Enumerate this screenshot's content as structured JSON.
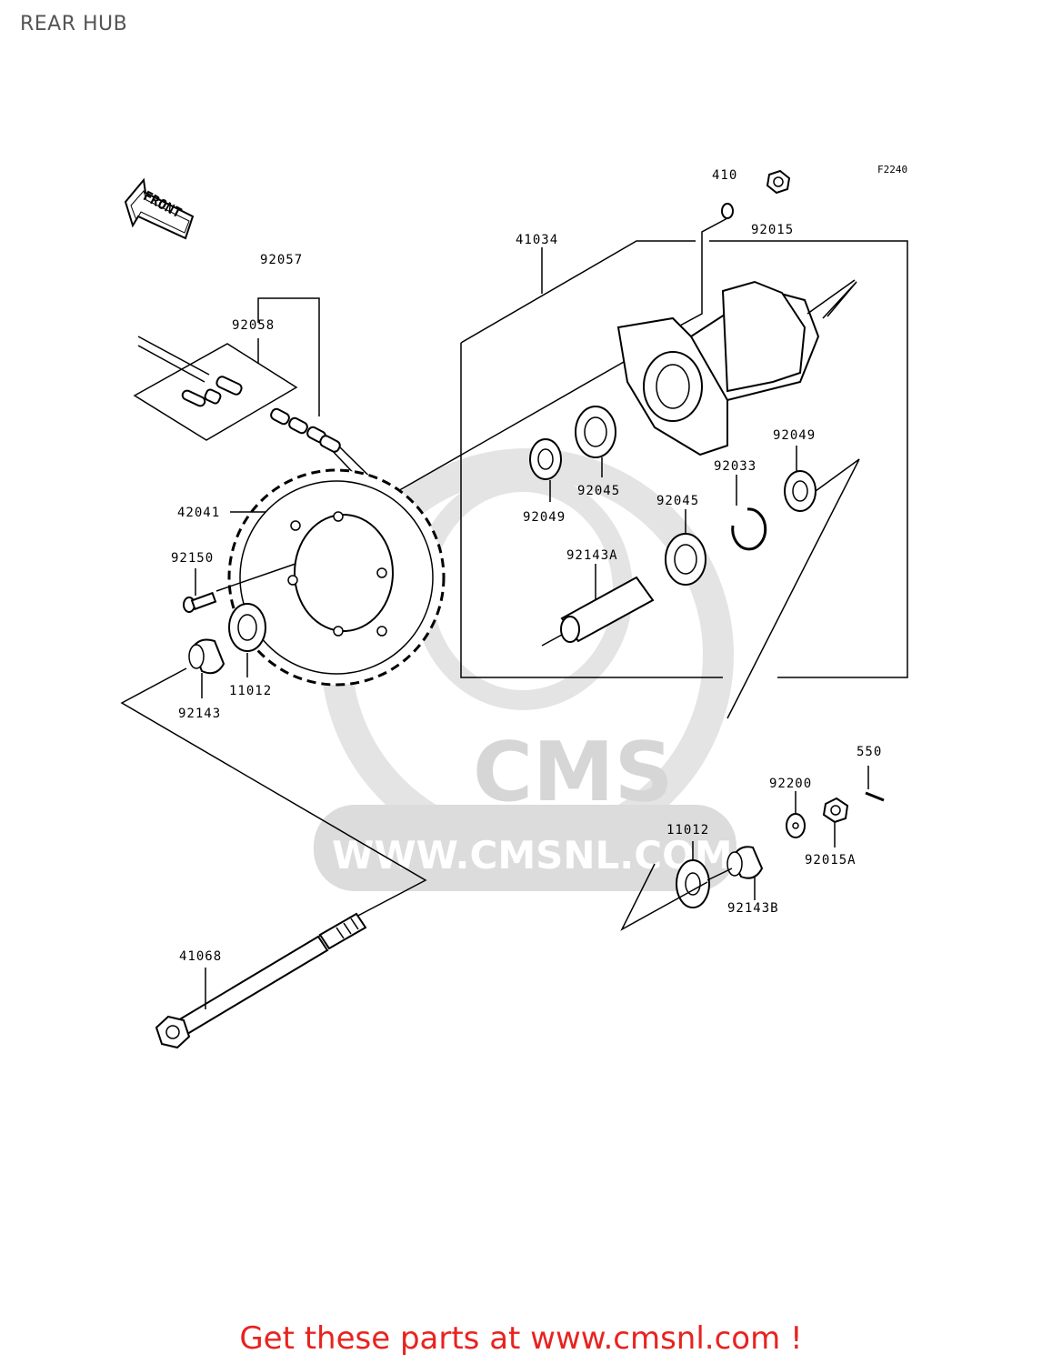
{
  "page": {
    "title": "REAR HUB",
    "diagram_code": "F2240"
  },
  "front_arrow": {
    "label": "FRONT"
  },
  "callouts": {
    "p410": "410",
    "p92015": "92015",
    "p41034": "41034",
    "p92057": "92057",
    "p92058": "92058",
    "p92049_right": "92049",
    "p92033": "92033",
    "p92045_top": "92045",
    "p92049_left": "92049",
    "p92045_mid": "92045",
    "p42041": "42041",
    "p92150": "92150",
    "p92143A": "92143A",
    "p11012_left": "11012",
    "p92143": "92143",
    "p550": "550",
    "p92200": "92200",
    "p11012_right": "11012",
    "p92015A": "92015A",
    "p92143B": "92143B",
    "p41068": "41068"
  },
  "watermark": {
    "brand": "CMS",
    "url": "WWW.CMSNL.COM"
  },
  "footer": {
    "cta": "Get these parts at www.cmsnl.com !"
  },
  "colors": {
    "footer_text": "#e8231f",
    "watermark": "#d6d6d6",
    "title_text": "#555555"
  }
}
